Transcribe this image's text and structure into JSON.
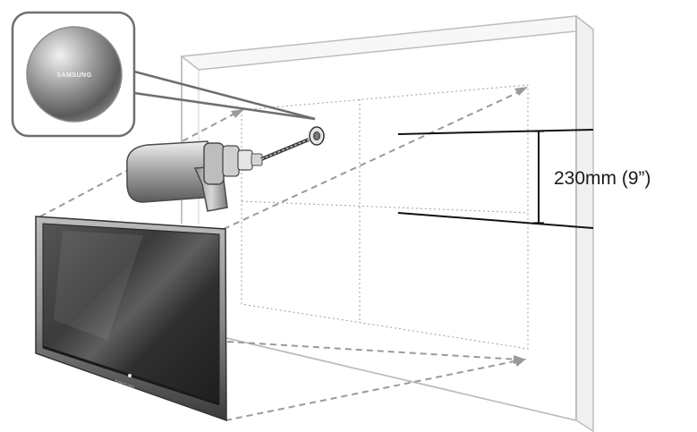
{
  "dimension": {
    "label": "230mm (9”)"
  },
  "callout": {
    "brand": "SAMSUNG"
  },
  "tv": {
    "brand": "SAMSUNG"
  },
  "icons": [
    "wall-anchor-icon",
    "drill-icon",
    "tv-icon",
    "magnifier-callout-icon"
  ],
  "colors": {
    "wall_line": "#bdbdbd",
    "guide_dash": "#9a9a9a",
    "dimension_line": "#111111",
    "tv_body": "#3a3a3a",
    "callout_border": "#6e6e6e"
  }
}
